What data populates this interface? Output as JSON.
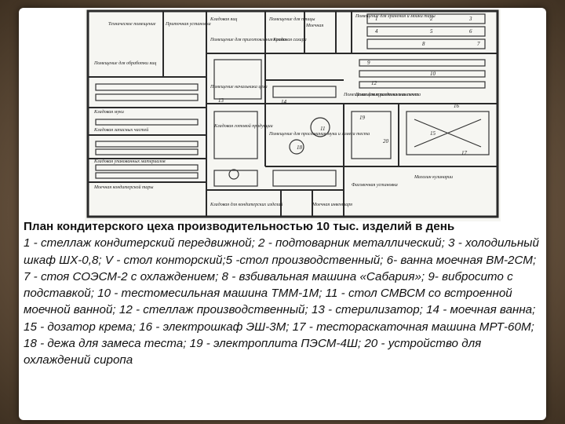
{
  "colors": {
    "background": "#5a4a38",
    "card": "#ffffff",
    "ink": "#111111",
    "plan_line": "#2a2a2a"
  },
  "plan": {
    "labels": [
      "Техническое помещение",
      "Приточная установка",
      "Кладовая яиц",
      "Помещение для птицы",
      "Помещение для приготовления крема",
      "Кладовая сахара",
      "Моечная",
      "Помещение для хранения и мойки тары",
      "Помещение для обработки яиц",
      "Кладовая муки",
      "Помещение начальника цеха",
      "Кладовая упакованных материалов",
      "Кладовая запасных частей",
      "Моечная кондитерской тары",
      "Помещение для приготовления теста",
      "Кладовая готовой продукции",
      "Помещение для просеивания муки и замеса теста",
      "Помещение разделки и выпечки",
      "Фасовочная установка",
      "Моечная инвентаря",
      "Магазин кулинарии",
      "Кладовая для кондитерских изделий"
    ],
    "numbers": [
      "1",
      "2",
      "3",
      "4",
      "5",
      "6",
      "7",
      "8",
      "9",
      "10",
      "11",
      "12",
      "13",
      "14",
      "15",
      "16",
      "17",
      "18",
      "19",
      "20"
    ]
  },
  "caption": {
    "title": "План кондитерского цеха производительностью 10 тыс. изделий в день",
    "body": "1 - стеллаж кондитерский передвижной; 2 - подтоварник металлический; 3 - холодильный шкаф ШХ-0,8; V - стол конторский;5 -стол производственный; 6- ванна моечная ВМ-2СМ; 7 - стоя СОЭСМ-2 с охлаждением; 8 - взбивальная машина «Сабария»; 9- вибросито с подставкой; 10 - тестомесильная машина ТММ-1М; 11 - стол СМВСМ со встроенной моечной ванной; 12 - стеллаж производственный; 13 - стерилизатор; 14 - моечная ванна; 15 - дозатор крема; 16 - электрошкаф ЭШ-3М; 17 - тестораскаточная машина МРТ-60М; 18 - дежа для замеса теста; 19 - электроплита ПЭСМ-4Ш; 20 - устройство для охлаждений сиропа"
  }
}
